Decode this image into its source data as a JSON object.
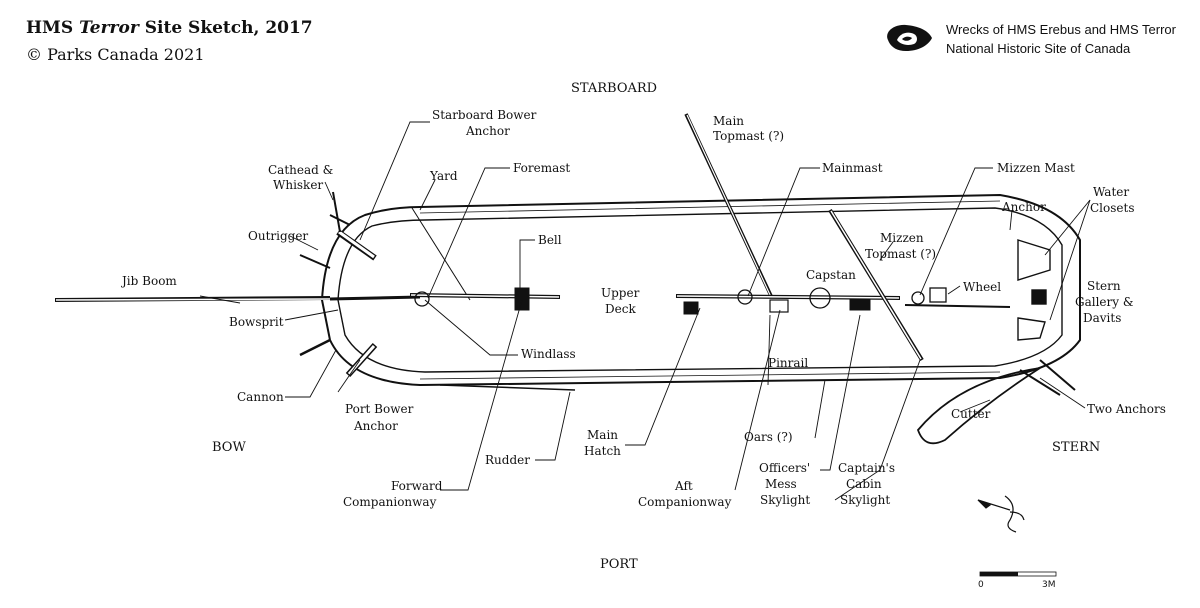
{
  "header": {
    "title_prefix": "HMS ",
    "title_emph": "Terror",
    "title_suffix": " Site Sketch, 2017",
    "copyright": "© Parks Canada 2021",
    "agency_line1": "Wrecks of HMS Erebus and HMS Terror",
    "agency_line2": "National Historic Site of Canada"
  },
  "orientation": {
    "starboard": "STARBOARD",
    "port": "PORT",
    "bow": "BOW",
    "stern": "STERN"
  },
  "labels": {
    "jib_boom": "Jib Boom",
    "bowsprit": "Bowsprit",
    "outrigger": "Outrigger",
    "cathead_1": "Cathead &",
    "cathead_2": "Whisker",
    "starboard_bower_1": "Starboard Bower",
    "starboard_bower_2": "Anchor",
    "yard": "Yard",
    "foremast": "Foremast",
    "bell": "Bell",
    "windlass": "Windlass",
    "cannon": "Cannon",
    "port_bower_1": "Port Bower",
    "port_bower_2": "Anchor",
    "forward_comp_1": "Forward",
    "forward_comp_2": "Companionway",
    "rudder": "Rudder",
    "upper_deck_1": "Upper",
    "upper_deck_2": "Deck",
    "main_hatch_1": "Main",
    "main_hatch_2": "Hatch",
    "aft_comp_1": "Aft",
    "aft_comp_2": "Companionway",
    "main_topmast_1": "Main",
    "main_topmast_2": "Topmast (?)",
    "mainmast": "Mainmast",
    "capstan": "Capstan",
    "pinrail": "Pinrail",
    "mizzen_topmast_1": "Mizzen",
    "mizzen_topmast_2": "Topmast (?)",
    "mizzen_mast": "Mizzen Mast",
    "wheel": "Wheel",
    "anchor": "Anchor",
    "water_closets_1": "Water",
    "water_closets_2": "Closets",
    "stern_gallery_1": "Stern",
    "stern_gallery_2": "Gallery &",
    "stern_gallery_3": "Davits",
    "two_anchors": "Two Anchors",
    "cutter": "Cutter",
    "oars": "Oars (?)",
    "officers_mess_1": "Officers'",
    "officers_mess_2": "Mess",
    "officers_mess_3": "Skylight",
    "captains_cabin_1": "Captain's",
    "captains_cabin_2": "Cabin",
    "captains_cabin_3": "Skylight"
  },
  "scale_bar": {
    "start": "0",
    "end": "3M"
  },
  "icons": {
    "logo": "parks-canada-beaver-icon",
    "north_arrow": "north-arrow-icon"
  }
}
